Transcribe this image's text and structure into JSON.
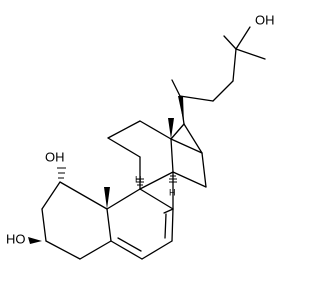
{
  "molecule": {
    "atoms": {
      "oh_side_chain": "OH",
      "oh_c1": "OH",
      "oh_c3": "HO",
      "h_c9": "H",
      "h_c14": "H"
    }
  }
}
